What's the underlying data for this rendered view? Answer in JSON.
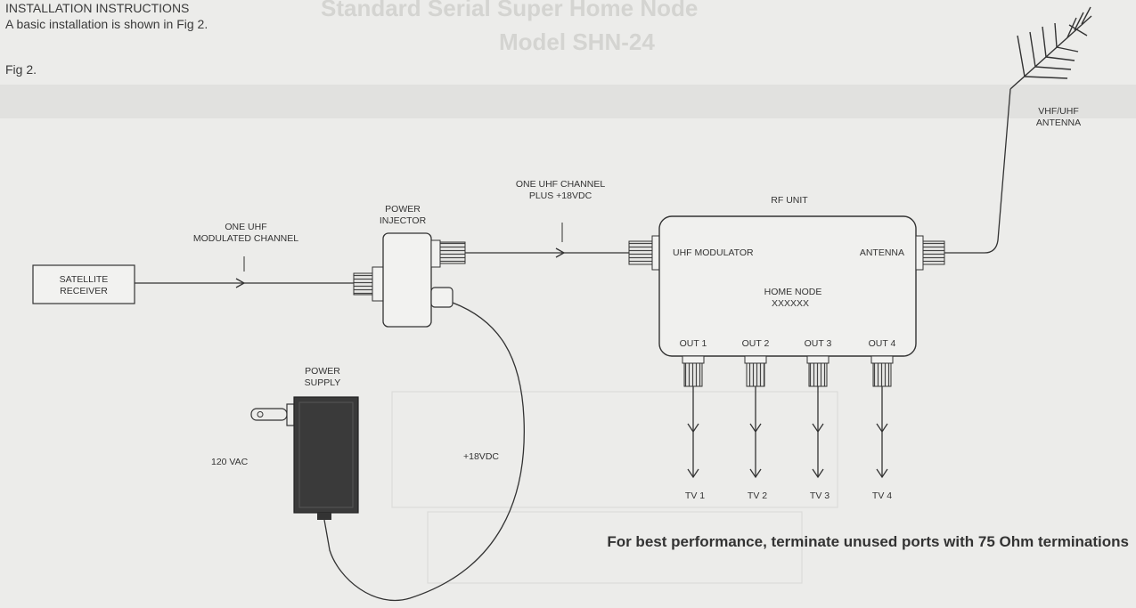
{
  "header": {
    "title": "INSTALLATION INSTRUCTIONS",
    "subtitle": "A basic installation is shown in Fig 2.",
    "figure_label": "Fig 2."
  },
  "diagram": {
    "satellite_receiver": [
      "SATELLITE",
      "RECEIVER"
    ],
    "modulated_channel_label": [
      "ONE UHF",
      "MODULATED CHANNEL"
    ],
    "power_injector": [
      "POWER",
      "INJECTOR"
    ],
    "uhf_channel_label": [
      "ONE UHF CHANNEL",
      "PLUS +18VDC"
    ],
    "rf_unit": "RF UNIT",
    "uhf_modulator": "UHF MODULATOR",
    "antenna_port": "ANTENNA",
    "home_node": [
      "HOME NODE",
      "XXXXXX"
    ],
    "outputs": [
      "OUT 1",
      "OUT 2",
      "OUT 3",
      "OUT 4"
    ],
    "tvs": [
      "TV 1",
      "TV 2",
      "TV 3",
      "TV 4"
    ],
    "antenna": [
      "VHF/UHF",
      "ANTENNA"
    ],
    "power_supply": [
      "POWER",
      "SUPPLY"
    ],
    "mains_label": "120 VAC",
    "dc_label": "+18VDC"
  },
  "note": "For best performance, terminate unused ports with 75 Ohm terminations",
  "colors": {
    "background": "#ececea",
    "ink": "#333333",
    "power_supply_body": "#3a3a3a"
  }
}
